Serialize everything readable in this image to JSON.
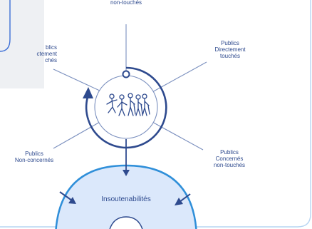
{
  "labels": {
    "top": "non-touchés",
    "left_partial": "blics\nctement\nchés",
    "right_top": "Publics\nDirectement\ntouchés",
    "left_bottom": "Publics\nNon-concernés",
    "right_bottom": "Publics\nConcernés\nnon-touchés",
    "insoutenabilites": "Insoutenabilités"
  },
  "colors": {
    "navy": "#2e4a8e",
    "line": "#7a8fbe",
    "panel_grey": "#eef0f3",
    "panel_border": "#3d6fd6",
    "dome_fill": "#dbe8fb",
    "dome_stroke": "#2f8fd9",
    "frame": "#b7d5f2"
  },
  "icons": [
    "people-group-icon"
  ]
}
